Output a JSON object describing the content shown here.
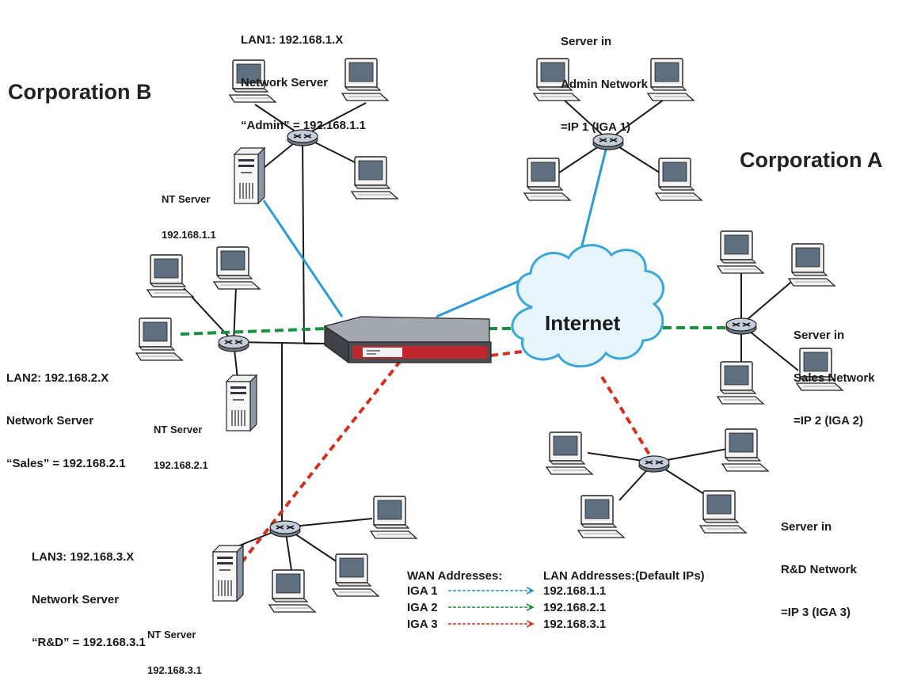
{
  "corporations": {
    "a": "Corporation A",
    "b": "Corporation B"
  },
  "internet": {
    "label": "Internet"
  },
  "lans": {
    "lan1": {
      "line1": "LAN1: 192.168.1.X",
      "line2": "Network Server",
      "line3": "“Admin” = 192.168.1.1"
    },
    "lan2": {
      "line1": "LAN2: 192.168.2.X",
      "line2": "Network Server",
      "line3": "“Sales” = 192.168.2.1"
    },
    "lan3": {
      "line1": "LAN3: 192.168.3.X",
      "line2": "Network Server",
      "line3": "“R&D” = 192.168.3.1"
    }
  },
  "nt_servers": {
    "s1": {
      "name": "NT Server",
      "ip": "192.168.1.1"
    },
    "s2": {
      "name": "NT Server",
      "ip": "192.168.2.1"
    },
    "s3": {
      "name": "NT Server",
      "ip": "192.168.3.1"
    }
  },
  "remote_servers": {
    "admin": {
      "line1": "Server in",
      "line2": "Admin Network",
      "line3": "=IP 1 (IGA 1)"
    },
    "sales": {
      "line1": "Server in",
      "line2": "Sales Network",
      "line3": "=IP 2 (IGA 2)"
    },
    "rnd": {
      "line1": "Server in",
      "line2": "R&D Network",
      "line3": "=IP 3 (IGA 3)"
    }
  },
  "legend": {
    "wan_header": "WAN Addresses:",
    "lan_header": "LAN Addresses:(Default IPs)",
    "rows": [
      {
        "wan": "IGA 1",
        "lan": "192.168.1.1",
        "color": "#1e8fd6"
      },
      {
        "wan": "IGA 2",
        "lan": "192.168.2.1",
        "color": "#1a8a3a"
      },
      {
        "wan": "IGA 3",
        "lan": "192.168.3.1",
        "color": "#d4301c"
      }
    ]
  },
  "colors": {
    "iga1_line": "#2a9ad8",
    "iga2_line": "#17923d",
    "iga3_line": "#d43020",
    "plain_line": "#1a1a1a",
    "monitor_screen": "#5e6f80",
    "device_body": "#6f7378",
    "device_accent": "#c0262b"
  },
  "icons": [
    "computer-icon",
    "router-hub-icon",
    "server-tower-icon",
    "internet-cloud-icon",
    "security-appliance-icon"
  ]
}
